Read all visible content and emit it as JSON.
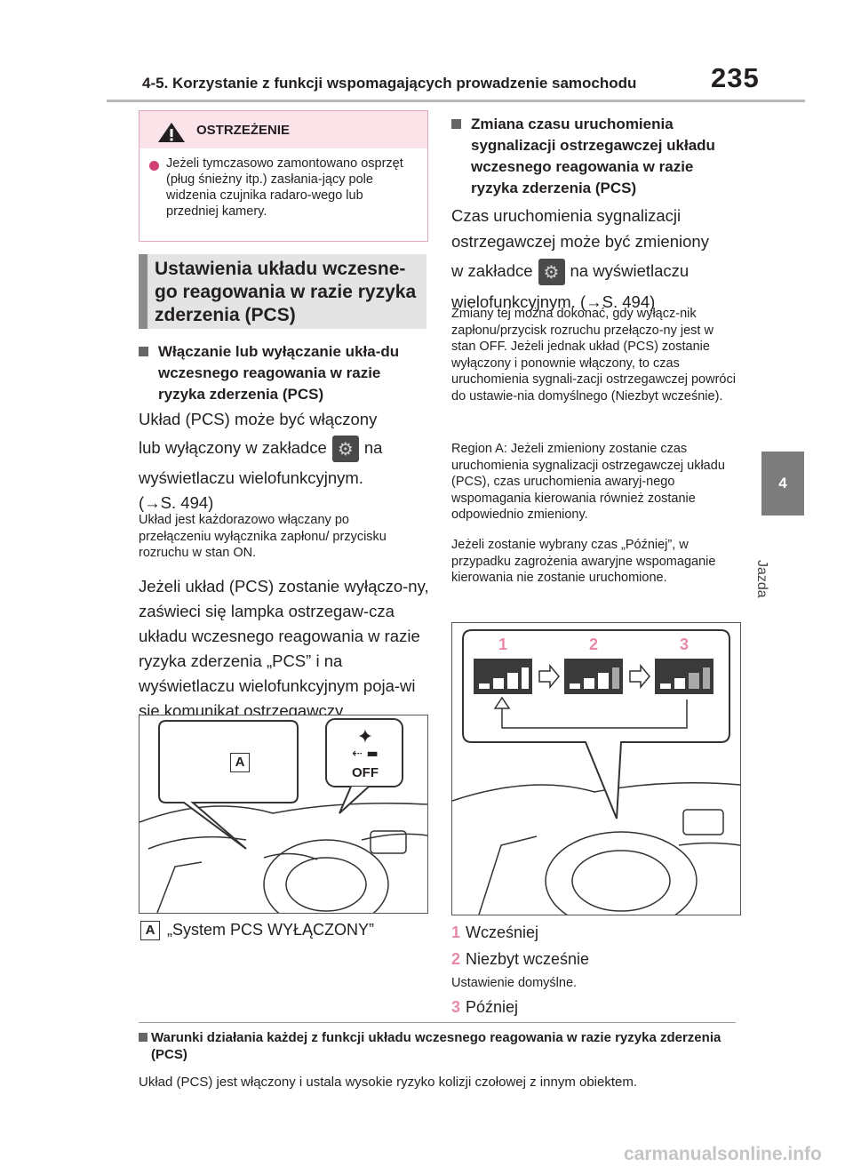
{
  "header": {
    "title": "4-5. Korzystanie z funkcji wspomagających prowadzenie samochodu",
    "page_number": "235"
  },
  "side_tab": {
    "number": "4",
    "label": "Jazda"
  },
  "warning": {
    "title": "OSTRZEŻENIE",
    "text": "Jeżeli tymczasowo zamontowano osprzęt (pług śnieżny itp.) zasłania-jący pole widzenia czujnika radaro-wego lub przedniej kamery."
  },
  "section": {
    "title": "Ustawienia układu wczesne-go reagowania w razie ryzyka zderzenia (PCS)"
  },
  "left": {
    "subhead": "Włączanie lub wyłączanie ukła-du wczesnego reagowania w razie ryzyka zderzenia (PCS)",
    "p1_a": "Układ (PCS) może być włączony",
    "p1_b": "lub wyłączony w zakładce",
    "p1_c": "na",
    "p1_d": "wyświetlaczu wielofunkcyjnym.",
    "p1_e": "(→S. 494)",
    "note": "Układ jest każdorazowo włączany po przełączeniu wyłącznika zapłonu/ przycisku rozruchu w stan ON.",
    "p2": "Jeżeli układ (PCS) zostanie wyłączo-ny, zaświeci się lampka ostrzegaw-cza układu wczesnego reagowania w razie ryzyka zderzenia „PCS” i na wyświetlaczu wielofunkcyjnym poja-wi się komunikat ostrzegawczy.",
    "figure": {
      "tag": "A",
      "off_label": "OFF"
    },
    "caption_tag": "A",
    "caption": "„System PCS WYŁĄCZONY”"
  },
  "right": {
    "subhead": "Zmiana czasu uruchomienia sygnalizacji ostrzegawczej układu wczesnego reagowania w razie ryzyka zderzenia (PCS)",
    "p1_a": "Czas uruchomienia sygnalizacji",
    "p1_b": "ostrzegawczej może być zmieniony",
    "p1_c": "w zakładce",
    "p1_d": "na wyświetlaczu",
    "p1_e": "wielofunkcyjnym. (→S. 494)",
    "note1": "Zmiany tej można dokonać, gdy wyłącz-nik zapłonu/przycisk rozruchu przełączo-ny jest w stan OFF. Jeżeli jednak układ (PCS) zostanie wyłączony i ponownie włączony, to czas uruchomienia sygnali-zacji ostrzegawczej powróci do ustawie-nia domyślnego (Niezbyt wcześnie).",
    "note2": "Region A: Jeżeli zmieniony zostanie czas uruchomienia sygnalizacji ostrzegawczej układu (PCS), czas uruchomienia awaryj-nego wspomagania kierowania również zostanie odpowiednio zmieniony.",
    "note3": "Jeżeli zostanie wybrany czas „Później”, w przypadku zagrożenia awaryjne wspomaganie kierowania nie zostanie uruchomione.",
    "figure_labels": [
      "1",
      "2",
      "3"
    ],
    "items": [
      {
        "n": "1",
        "label": "Wcześniej"
      },
      {
        "n": "2",
        "label": "Niezbyt wcześnie"
      },
      {
        "n": "3",
        "label": "Później"
      }
    ],
    "default_note": "Ustawienie domyślne."
  },
  "bottom": {
    "head": "Warunki działania każdej z funkcji układu wczesnego reagowania w razie ryzyka zderzenia (PCS)",
    "body": "Układ (PCS) jest włączony i ustala wysokie ryzyko kolizji czołowej z innym obiektem."
  },
  "watermark": "carmanualsonline.info",
  "colors": {
    "accent_pink": "#e78aa9",
    "warning_bg": "#fbe3ea",
    "tab_gray": "#7c7c7c"
  }
}
